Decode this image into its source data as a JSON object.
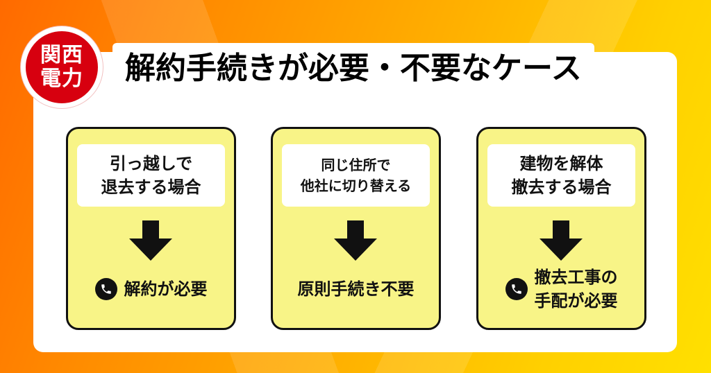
{
  "logo": {
    "line1": "関西",
    "line2": "電力"
  },
  "title": "解約手続きが必要・不要なケース",
  "cards": [
    {
      "case_lines": [
        "引っ越しで",
        "退去する場合"
      ],
      "result_lines": [
        "解約が必要"
      ],
      "icon": "phone-icon"
    },
    {
      "case_lines": [
        "同じ住所で",
        "他社に切り替える"
      ],
      "result_lines": [
        "原則手続き不要"
      ],
      "icon": null
    },
    {
      "case_lines": [
        "建物を解体",
        "撤去する場合"
      ],
      "result_lines": [
        "撤去工事の",
        "手配が必要"
      ],
      "icon": "phone-icon"
    }
  ],
  "colors": {
    "brand_red": "#d7000f",
    "card_yellow": "#f8f487"
  }
}
